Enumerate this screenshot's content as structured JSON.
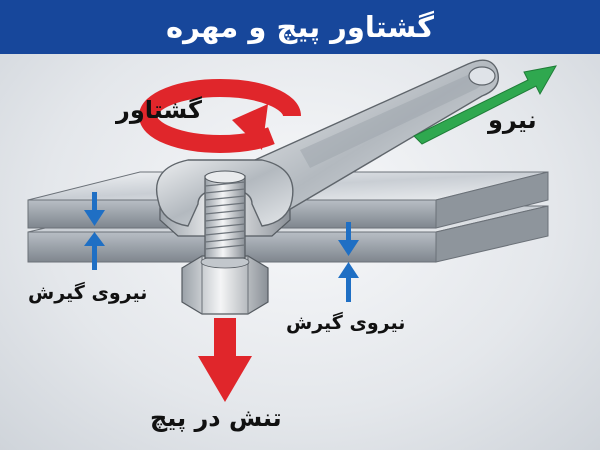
{
  "title": "گشتاور پیچ و مهره",
  "labels": {
    "torque": "گشتاور",
    "force": "نیرو",
    "clamp_force_left": "نیروی گیرش",
    "clamp_force_right": "نیروی گیرش",
    "bolt_tension": "تنش در پیچ"
  },
  "colors": {
    "banner": "#17479b",
    "torque_arrow": "#e0262b",
    "force_arrow": "#2fa84f",
    "clamp_arrow": "#1f6fc4",
    "tension_arrow": "#e0262b"
  },
  "icons": {
    "torque": "curved-rotation-arrow-icon",
    "force": "diagonal-arrow-icon",
    "clamp": "opposing-arrows-icon",
    "tension": "down-arrow-icon"
  }
}
